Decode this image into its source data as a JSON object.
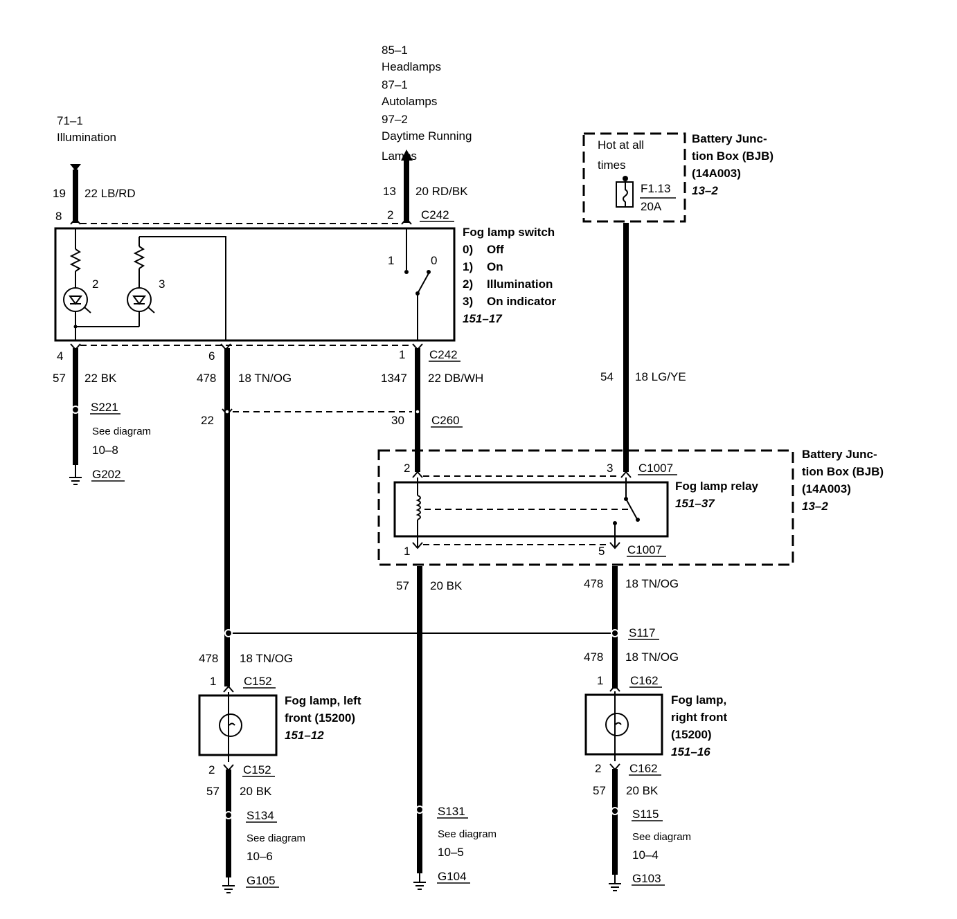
{
  "inputs": {
    "illumination": {
      "ref": "71–1",
      "label": "Illumination"
    },
    "lamps_refs": [
      "85–1",
      "Headlamps",
      "87–1",
      "Autolamps",
      "97–2",
      "Daytime Running",
      "Lamps"
    ]
  },
  "fuse": {
    "hot_label_1": "Hot at all",
    "hot_label_2": "times",
    "fuse_id": "F1.13",
    "rating": "20A"
  },
  "bjb_top": {
    "lines": [
      "Battery Junc-",
      "tion Box (BJB)",
      "(14A003)"
    ],
    "ref": "13–2"
  },
  "bjb_relay": {
    "lines": [
      "Battery Junc-",
      "tion Box (BJB)",
      "(14A003)"
    ],
    "ref": "13–2"
  },
  "switch": {
    "title": "Fog lamp switch",
    "positions": [
      "0)",
      "Off",
      "1)",
      "On",
      "2)",
      "Illumination",
      "3)",
      "On indicator"
    ],
    "ref": "151–17",
    "contact_1": "1",
    "contact_0": "0",
    "bulb_2": "2",
    "bulb_3": "3"
  },
  "relay": {
    "title": "Fog lamp relay",
    "ref": "151–37"
  },
  "lamp_left": {
    "lines": [
      "Fog lamp, left",
      "front (15200)"
    ],
    "ref": "151–12"
  },
  "lamp_right": {
    "lines": [
      "Fog lamp,",
      "right front",
      "(15200)"
    ],
    "ref": "151–16"
  },
  "wires": {
    "w19": {
      "circuit": "19",
      "color": "22 LB/RD",
      "pin": "8"
    },
    "w13": {
      "circuit": "13",
      "color": "20 RD/BK",
      "pin": "2",
      "conn": "C242"
    },
    "w57a": {
      "pin": "4",
      "circuit": "57",
      "color": "22 BK"
    },
    "w478a": {
      "pin": "6",
      "circuit": "478",
      "color": "18 TN/OG",
      "c260pin": "22"
    },
    "w1347": {
      "pin": "1",
      "conn": "C242",
      "circuit": "1347",
      "color": "22 DB/WH",
      "c260pin": "30",
      "c260": "C260"
    },
    "w54": {
      "circuit": "54",
      "color": "18 LG/YE"
    },
    "relay_pins": {
      "p2": "2",
      "p3": "3",
      "top_conn": "C1007",
      "p1": "1",
      "p5": "5",
      "bot_conn": "C1007"
    },
    "w57b": {
      "circuit": "57",
      "color": "20 BK"
    },
    "w478b": {
      "circuit": "478",
      "color": "18 TN/OG"
    },
    "s117": "S117",
    "w478c": {
      "circuit": "478",
      "color": "18 TN/OG"
    },
    "w478d": {
      "circuit": "478",
      "color": "18 TN/OG"
    },
    "left_lamp_pins": {
      "p1": "1",
      "c1": "C152",
      "p2": "2",
      "c2": "C152"
    },
    "right_lamp_pins": {
      "p1": "1",
      "c1": "C162",
      "p2": "2",
      "c2": "C162"
    },
    "w57c": {
      "circuit": "57",
      "color": "20 BK"
    },
    "w57d": {
      "circuit": "57",
      "color": "20 BK"
    }
  },
  "grounds": [
    {
      "splice": "S221",
      "see": "See diagram",
      "diagram": "10–8",
      "ground": "G202"
    },
    {
      "splice": "S134",
      "see": "See diagram",
      "diagram": "10–6",
      "ground": "G105"
    },
    {
      "splice": "S131",
      "see": "See diagram",
      "diagram": "10–5",
      "ground": "G104"
    },
    {
      "splice": "S115",
      "see": "See diagram",
      "diagram": "10–4",
      "ground": "G103"
    }
  ]
}
